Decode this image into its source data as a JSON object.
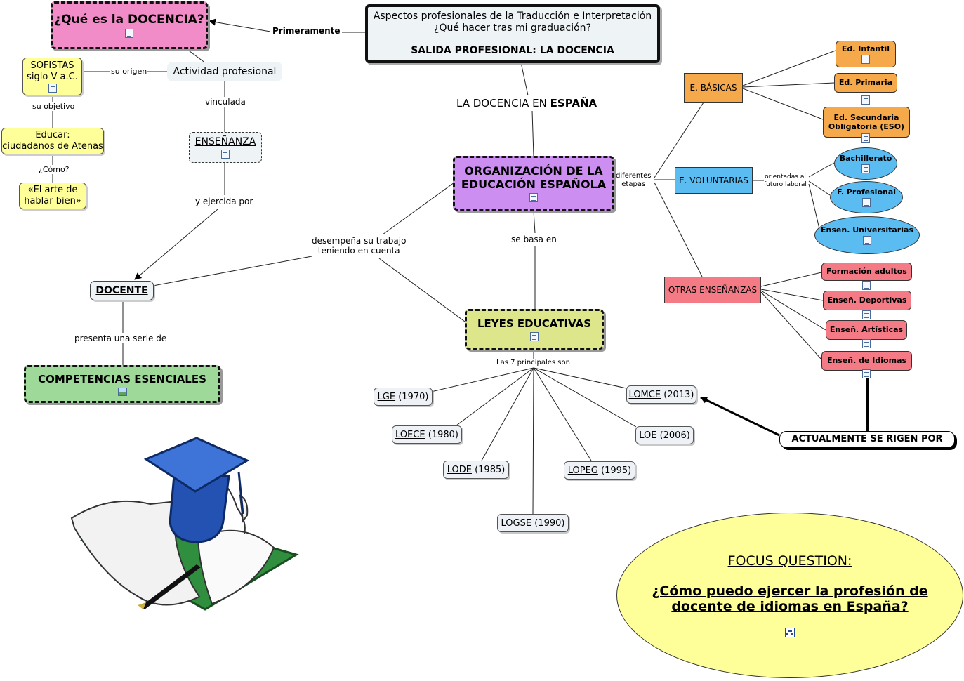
{
  "header": {
    "line1": "Aspectos profesionales de la Traducción e Interpretación",
    "line2": "¿Qué hacer tras mi graduación?",
    "line3": "SALIDA PROFESIONAL: LA DOCENCIA"
  },
  "left": {
    "que_es": "¿Qué es la DOCENCIA?",
    "primeramente": "Primeramente",
    "actividad": "Actividad profesional",
    "su_origen": "su origen",
    "sofistas_l1": "SOFISTAS",
    "sofistas_l2": "siglo V a.C.",
    "su_objetivo": "su objetivo",
    "educar_l1": "Educar:",
    "educar_l2": "ciudadanos de Atenas",
    "como": "¿Cómo?",
    "arte_l1": "«El arte de",
    "arte_l2": "hablar bien»",
    "vinculada": "vinculada",
    "ensenanza": "ENSEÑANZA",
    "ejercida": "y ejercida por",
    "docente": "DOCENTE",
    "presenta": "presenta una serie de",
    "competencias": "COMPETENCIAS ESENCIALES"
  },
  "center": {
    "docencia_pre": "LA DOCENCIA EN ",
    "docencia_bold": "ESPAÑA",
    "organizacion_l1": "ORGANIZACIÓN DE LA",
    "organizacion_l2": "EDUCACIÓN ESPAÑOLA",
    "desempena_l1": "desempeña su trabajo",
    "desempena_l2": "teniendo en cuenta",
    "se_basa": "se basa en",
    "leyes": "LEYES EDUCATIVAS",
    "siete": "Las 7 principales son",
    "laws": [
      {
        "name": "LGE",
        "year": "(1970)"
      },
      {
        "name": "LOECE",
        "year": "(1980)"
      },
      {
        "name": "LODE",
        "year": "(1985)"
      },
      {
        "name": "LOGSE",
        "year": "(1990)"
      },
      {
        "name": "LOPEG",
        "year": "(1995)"
      },
      {
        "name": "LOE",
        "year": "(2006)"
      },
      {
        "name": "LOMCE",
        "year": "(2013)"
      }
    ],
    "actualmente": "ACTUALMENTE SE RIGEN POR"
  },
  "right": {
    "diferentes_l1": "diferentes",
    "diferentes_l2": "etapas",
    "basicas": "E. BÁSICAS",
    "infantil": "Ed. Infantil",
    "primaria": "Ed. Primaria",
    "eso_l1": "Ed. Secundaria",
    "eso_l2": "Obligatoria (ESO)",
    "voluntarias": "E. VOLUNTARIAS",
    "orientadas_l1": "orientadas al",
    "orientadas_l2": "futuro laboral",
    "bachillerato": "Bachillerato",
    "fprofesional": "F. Profesional",
    "universitarias": "Enseñ. Universitarias",
    "otras": "OTRAS ENSEÑANZAS",
    "adultos": "Formación adultos",
    "deportivas": "Enseñ. Deportivas",
    "artisticas": "Enseñ. Artísticas",
    "idiomas": "Enseñ. de Idiomas"
  },
  "focus": {
    "title": "FOCUS QUESTION:",
    "q_l1": "¿Cómo puedo ejercer la profesión de",
    "q_l2": "docente de idiomas en España?"
  },
  "colors": {
    "pink": "#f28cc8",
    "purple": "#cc8ef0",
    "lime": "#dde68a",
    "green": "#9ed99a",
    "yellow": "#ffff99",
    "orange": "#f5a94a",
    "blue": "#5bbcf2",
    "red": "#f47a86",
    "focus": "#ffff99"
  }
}
